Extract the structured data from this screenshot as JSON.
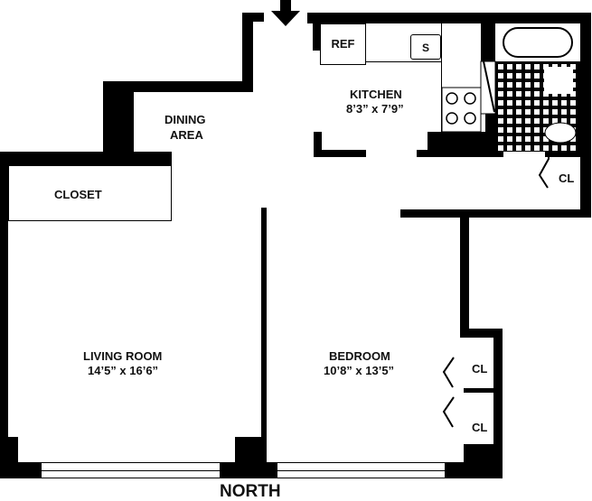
{
  "plan": {
    "title": "Apartment floor plan",
    "compass": "NORTH",
    "rooms": {
      "kitchen": {
        "name": "KITCHEN",
        "dims": "8’3” x 7’9”"
      },
      "dining": {
        "name_line1": "DINING",
        "name_line2": "AREA"
      },
      "closet_main": {
        "name": "CLOSET"
      },
      "living": {
        "name": "LIVING ROOM",
        "dims": "14’5” x 16’6”"
      },
      "bedroom": {
        "name": "BEDROOM",
        "dims": "10’8” x 13’5”"
      },
      "closet_hall": {
        "name": "CL"
      },
      "closet_bed1": {
        "name": "CL"
      },
      "closet_bed2": {
        "name": "CL"
      }
    },
    "fixtures": {
      "refrigerator": "REF",
      "sink": "S"
    },
    "icons": [
      "entrance-arrow-icon",
      "bathtub-icon",
      "toilet-icon",
      "stove-icon",
      "door-swing-icon"
    ]
  }
}
